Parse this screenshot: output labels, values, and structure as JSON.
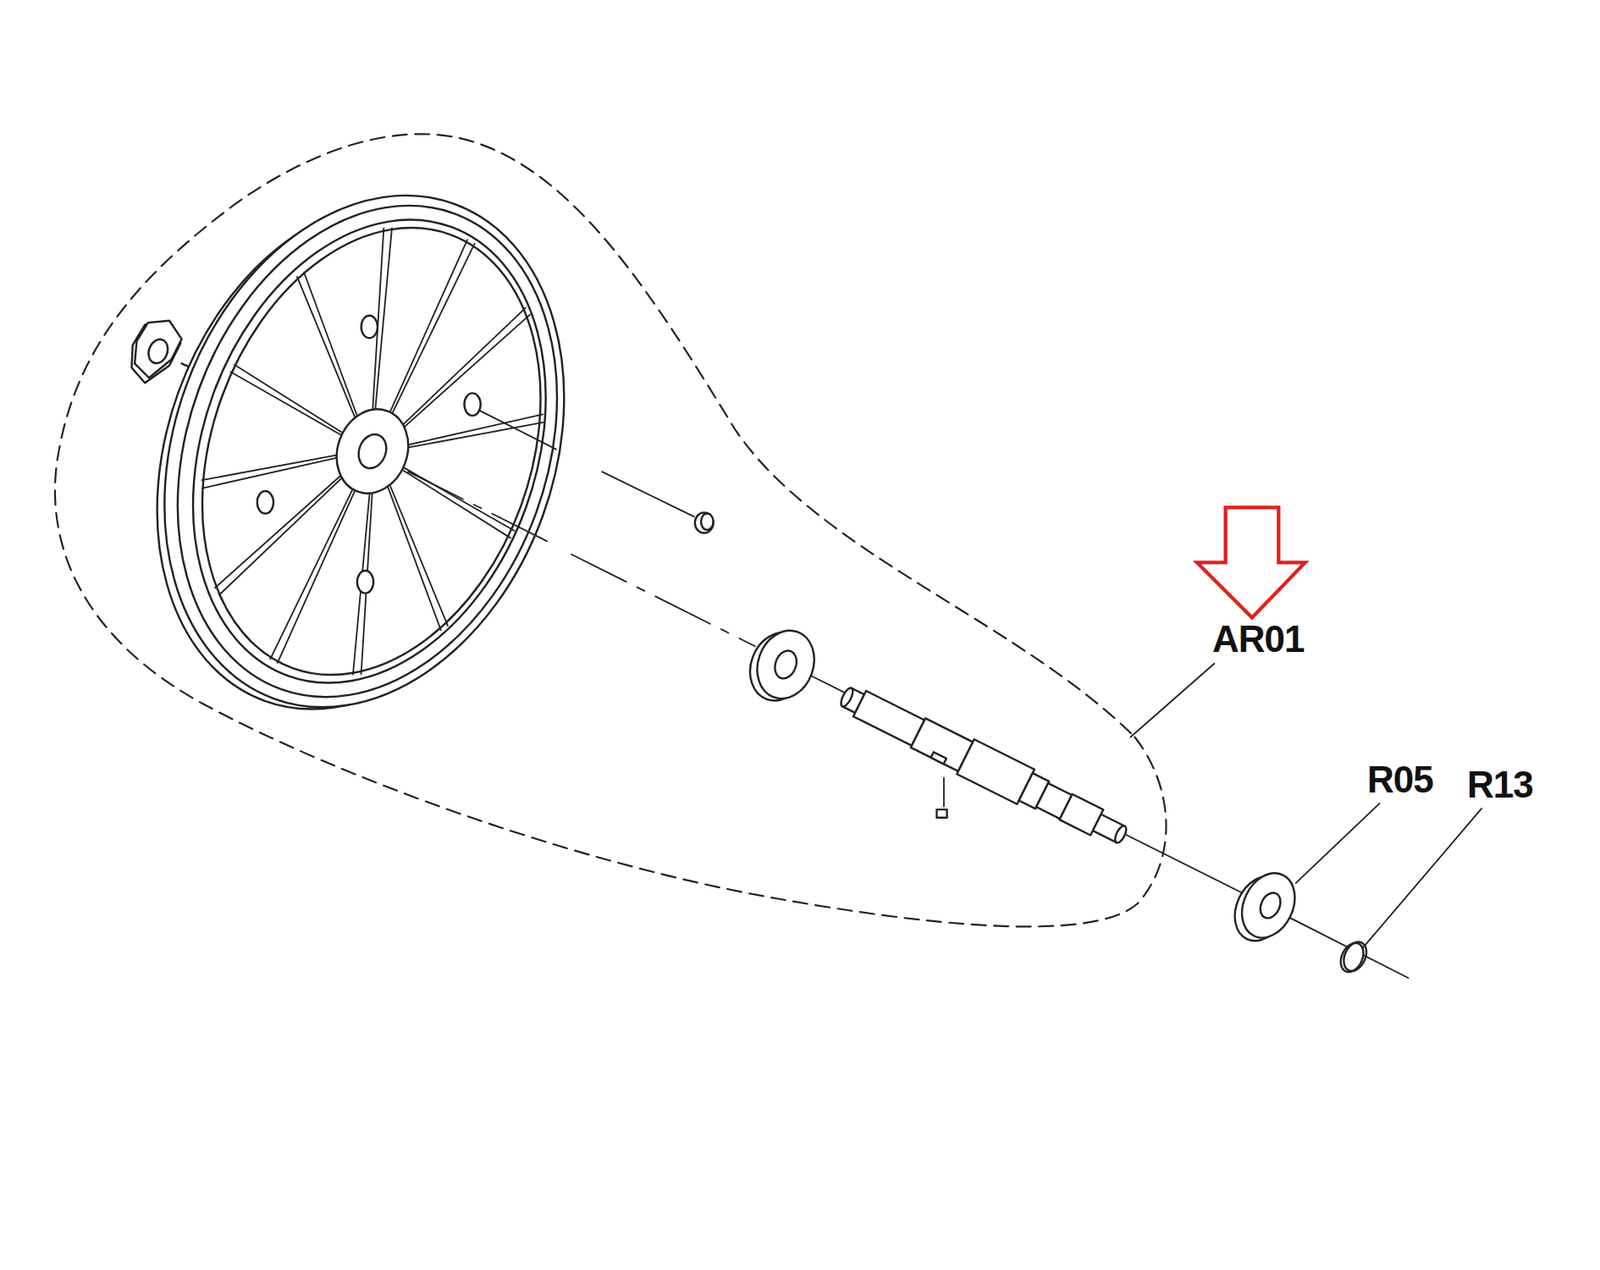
{
  "diagram": {
    "labels": [
      "AR01",
      "R05",
      "R13"
    ]
  }
}
